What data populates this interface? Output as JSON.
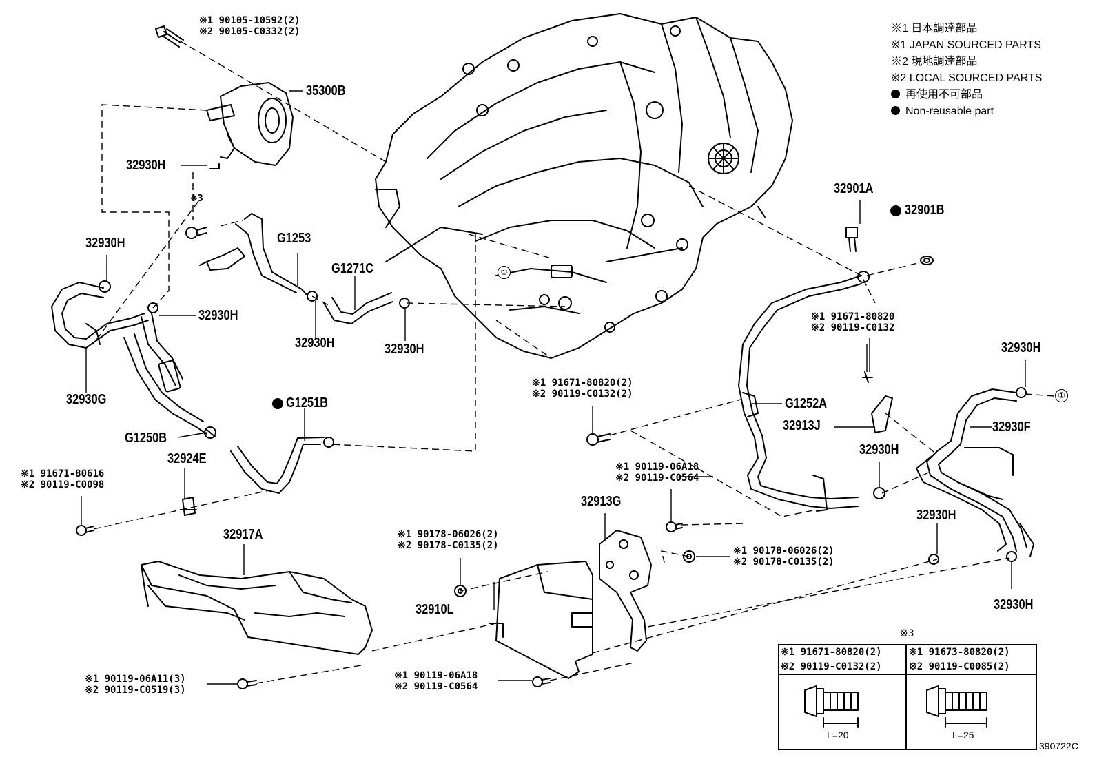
{
  "legend": [
    {
      "text": "※1 日本調達部品",
      "bullet": false
    },
    {
      "text": "※1 JAPAN SOURCED PARTS",
      "bullet": false
    },
    {
      "text": "※2 現地調達部品",
      "bullet": false
    },
    {
      "text": "※2 LOCAL SOURCED PARTS",
      "bullet": false
    },
    {
      "text": "再使用不可部品",
      "bullet": true
    },
    {
      "text": "Non-reusable part",
      "bullet": true
    }
  ],
  "part_labels": [
    {
      "id": "p35300B",
      "text": "35300B"
    },
    {
      "id": "p32930H_a",
      "text": "32930H"
    },
    {
      "id": "p32930H_b",
      "text": "32930H"
    },
    {
      "id": "pG1253",
      "text": "G1253"
    },
    {
      "id": "pG1271C",
      "text": "G1271C"
    },
    {
      "id": "p32930H_c",
      "text": "32930H"
    },
    {
      "id": "p32930H_d",
      "text": "32930H"
    },
    {
      "id": "p32930H_e",
      "text": "32930H"
    },
    {
      "id": "p32930G",
      "text": "32930G"
    },
    {
      "id": "pG1251B",
      "text": "G1251B"
    },
    {
      "id": "pG1250B",
      "text": "G1250B"
    },
    {
      "id": "p32924E",
      "text": "32924E"
    },
    {
      "id": "p32901A",
      "text": "32901A"
    },
    {
      "id": "p32901B",
      "text": "32901B"
    },
    {
      "id": "p32930H_f",
      "text": "32930H"
    },
    {
      "id": "pG1252A",
      "text": "G1252A"
    },
    {
      "id": "p32913J",
      "text": "32913J"
    },
    {
      "id": "p32930F",
      "text": "32930F"
    },
    {
      "id": "p32930H_g",
      "text": "32930H"
    },
    {
      "id": "p32913G",
      "text": "32913G"
    },
    {
      "id": "p32930H_h",
      "text": "32930H"
    },
    {
      "id": "p32930H_i",
      "text": "32930H"
    },
    {
      "id": "p32917A",
      "text": "32917A"
    },
    {
      "id": "p32910L",
      "text": "32910L"
    },
    {
      "id": "p3_mark",
      "text": "※3"
    }
  ],
  "notes": [
    {
      "id": "n1",
      "lines": [
        "※1 90105-10592(2)",
        "※2 90105-C0332(2)"
      ]
    },
    {
      "id": "n2",
      "lines": [
        "※1 91671-80820",
        "※2 90119-C0132"
      ]
    },
    {
      "id": "n3",
      "lines": [
        "※1 91671-80820(2)",
        "※2 90119-C0132(2)"
      ]
    },
    {
      "id": "n4",
      "lines": [
        "※1 91671-80616",
        "※2 90119-C0098"
      ]
    },
    {
      "id": "n5",
      "lines": [
        "※1 90119-06A18",
        "※2 90119-C0564"
      ]
    },
    {
      "id": "n6",
      "lines": [
        "※1 90178-06026(2)",
        "※2 90178-C0135(2)"
      ]
    },
    {
      "id": "n7",
      "lines": [
        "※1 90178-06026(2)",
        "※2 90178-C0135(2)"
      ]
    },
    {
      "id": "n8",
      "lines": [
        "※1 90119-06A18",
        "※2 90119-C0564"
      ]
    },
    {
      "id": "n9",
      "lines": [
        "※1 90119-06A11(3)",
        "※2 90119-C0519(3)"
      ]
    }
  ],
  "inset": {
    "mark": "※3",
    "left_header": [
      "※1 91671-80820(2)",
      "※2 90119-C0132(2)"
    ],
    "right_header": [
      "※1 91673-80820(2)",
      "※2 90119-C0085(2)"
    ],
    "left_length": "L=20",
    "right_length": "L=25"
  },
  "circle_ref": "①",
  "figure_number": "390722C"
}
